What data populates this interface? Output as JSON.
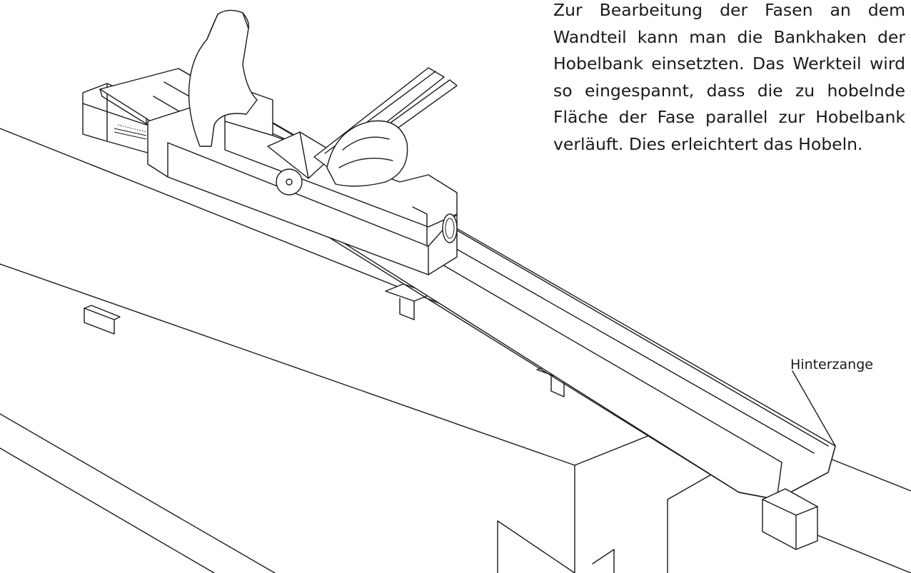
{
  "caption": {
    "text": "Zur Bearbeitung der Fasen an dem Wandteil kann man die Bankhaken der Hobelbank einsetzten. Das Werk­teil wird so eingespannt, dass die zu hobelnde Fläche der Fase parallel zur Hobelbank verläuft. Dies erleichtert das Hobeln."
  },
  "labels": {
    "rear_vise": "Hinterzange"
  },
  "drawing": {
    "parts": [
      "workbench",
      "bench-hook",
      "workpiece",
      "hand-plane",
      "plane-iron",
      "plane-handle",
      "plane-knob",
      "rear-vise"
    ],
    "line_color": "#1a1a1a",
    "background": "#ffffff"
  }
}
